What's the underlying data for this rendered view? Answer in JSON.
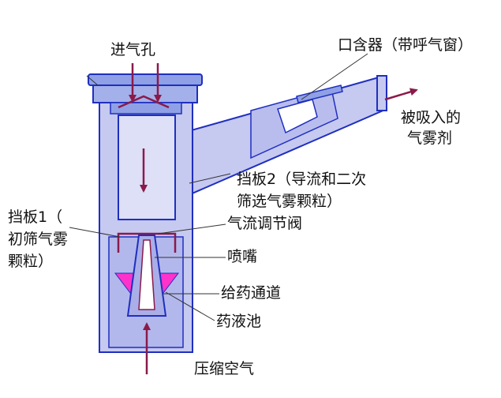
{
  "labels": {
    "air_inlet": "进气孔",
    "mouthpiece": "口含器（带呼气窗）",
    "inhaled_aerosol_1": "被吸入的",
    "inhaled_aerosol_2": "气雾剂",
    "baffle2_1": "挡板2（导流和二次",
    "baffle2_2": "筛选气雾颗粒）",
    "baffle1_1": "挡板1（",
    "baffle1_2": "初筛气雾",
    "baffle1_3": "颗粒）",
    "airflow_valve": "气流调节阀",
    "nozzle": "喷嘴",
    "drug_channel": "给药通道",
    "reservoir": "药液池",
    "compressed_air": "压缩空气"
  },
  "colors": {
    "body_fill": "#c6c9f0",
    "body_fill_dark": "#a9aee8",
    "outline": "#1f2fbf",
    "cap_fill": "#8fa0e6",
    "liquid": "#ff33cc",
    "arrow": "#8b1a4a",
    "leader": "#333333"
  }
}
